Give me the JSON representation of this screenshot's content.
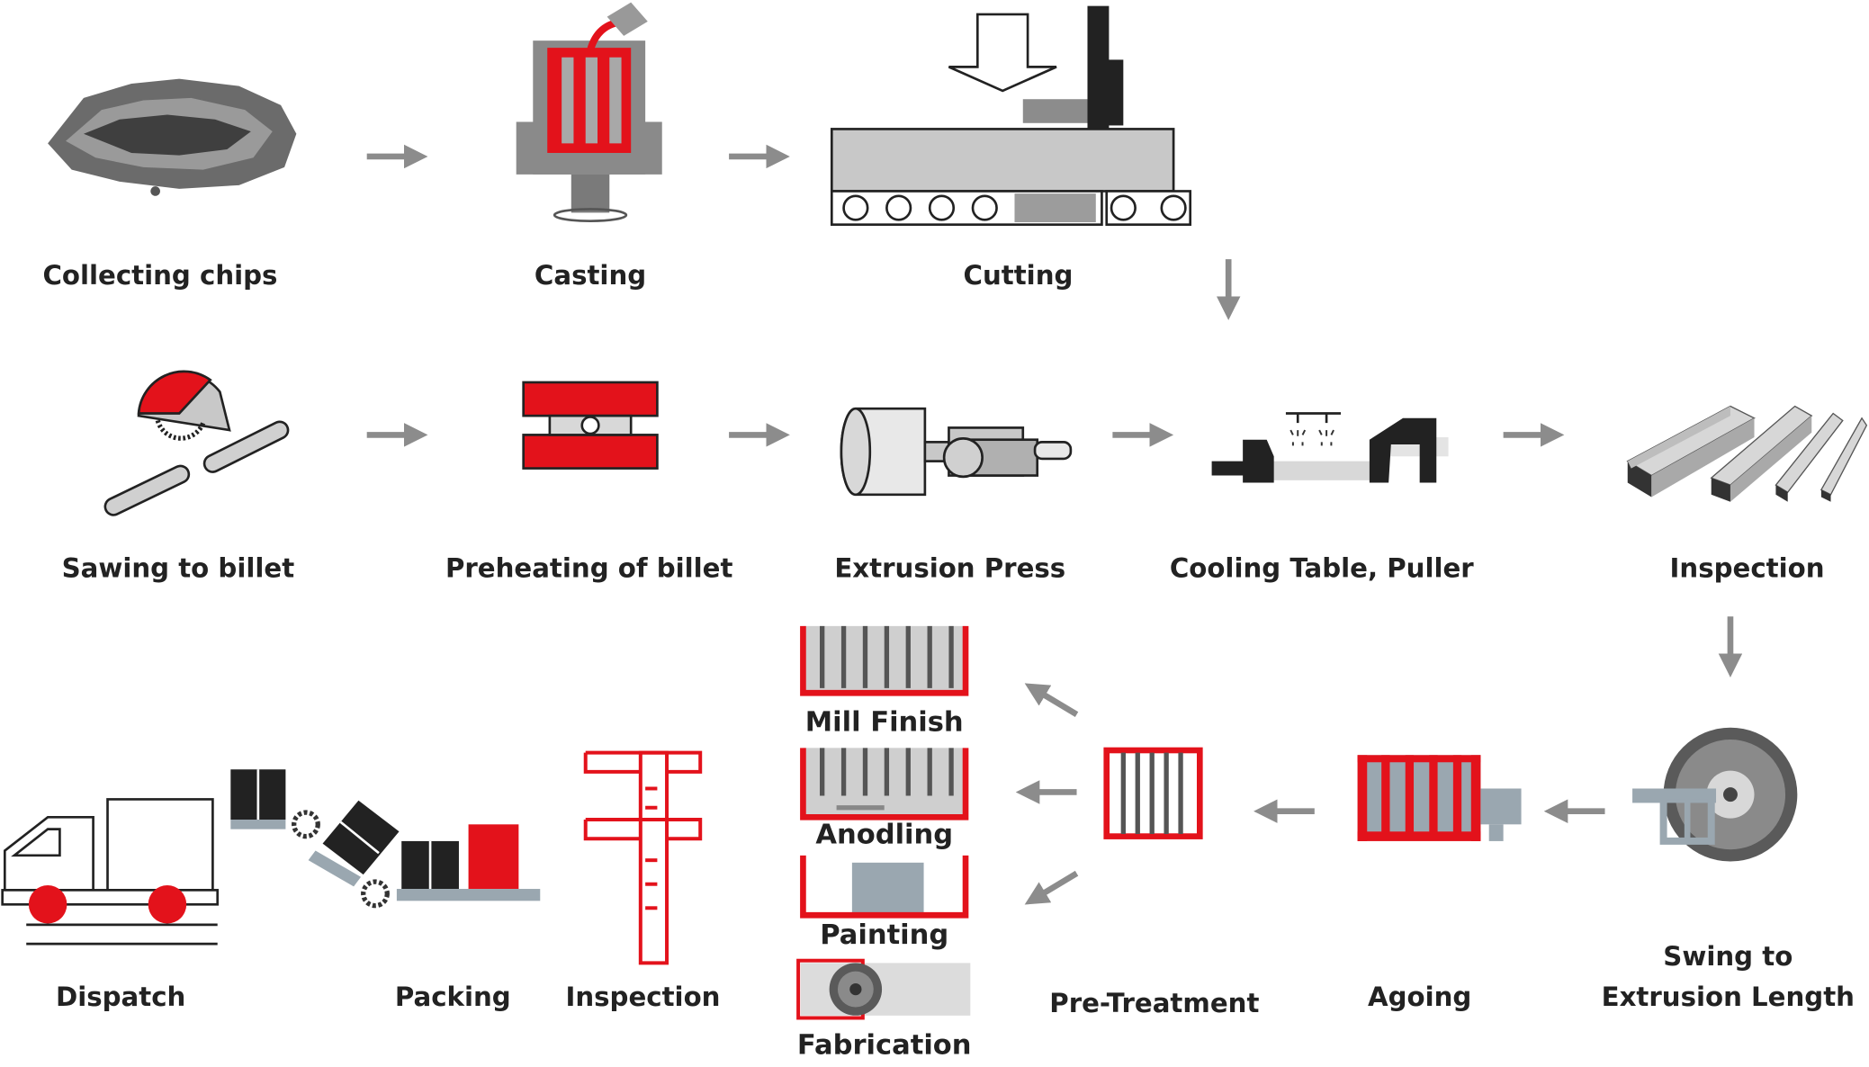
{
  "colors": {
    "accent_red": "#e3121b",
    "gray": "#8c8c8c",
    "light_gray": "#c8c8c8",
    "dark": "#222222",
    "steel": "#9aa7b0"
  },
  "steps": {
    "collecting_chips": "Collecting chips",
    "casting": "Casting",
    "cutting": "Cutting",
    "sawing": "Sawing to billet",
    "preheating": "Preheating of billet",
    "extrusion_press": "Extrusion Press",
    "cooling_table": "Cooling Table, Puller",
    "inspection_1": "Inspection",
    "swing_line1": "Swing to",
    "swing_line2": "Extrusion Length",
    "ageing": "Agoing",
    "pretreatment": "Pre-Treatment",
    "mill_finish": "Mill Finish",
    "anodling": "Anodling",
    "painting": "Painting",
    "fabrication": "Fabrication",
    "inspection_2": "Inspection",
    "packing": "Packing",
    "dispatch": "Dispatch"
  },
  "icons": [
    "metal-chips-icon",
    "casting-mold-icon",
    "cutting-machine-icon",
    "circular-saw-icon",
    "billet-heater-icon",
    "extrusion-press-icon",
    "cooling-puller-icon",
    "aluminium-profiles-icon",
    "swing-saw-icon",
    "ageing-oven-icon",
    "pretreatment-rack-icon",
    "mill-finish-tank-icon",
    "anodizing-tank-icon",
    "painting-booth-icon",
    "fabrication-saw-icon",
    "caliper-icon",
    "packing-conveyor-icon",
    "truck-icon",
    "arrow-icon"
  ]
}
